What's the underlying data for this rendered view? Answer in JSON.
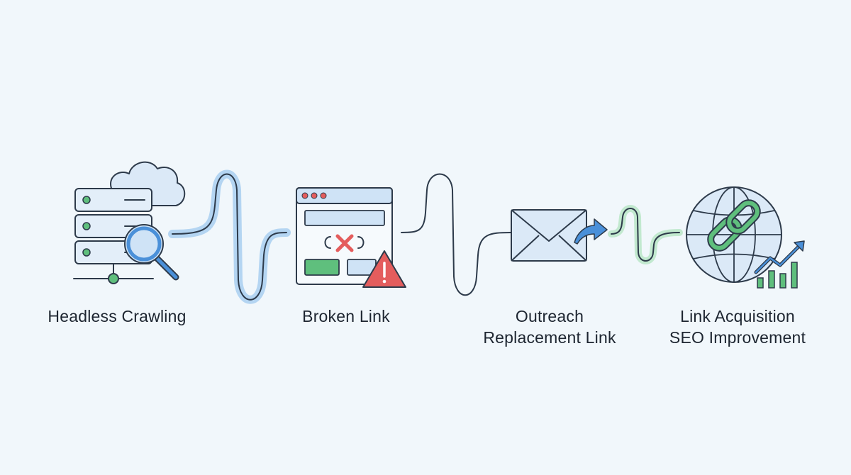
{
  "steps": [
    {
      "label_lines": [
        "Headless Crawling"
      ],
      "icon": "server-search-icon"
    },
    {
      "label_lines": [
        "Broken Link"
      ],
      "icon": "broken-link-browser-icon"
    },
    {
      "label_lines": [
        "Outreach",
        "Replacement Link"
      ],
      "icon": "envelope-send-icon"
    },
    {
      "label_lines": [
        "Link Acquisition",
        "SEO Improvement"
      ],
      "icon": "globe-link-growth-icon"
    }
  ],
  "colors": {
    "background": "#f1f7fb",
    "outline": "#2d3a4a",
    "blue_fill": "#cfe3f6",
    "blue_accent": "#4a90d9",
    "blue_glow": "#a9cff0",
    "green_fill": "#5fbf7d",
    "green_glow": "#bfe8cc",
    "red": "#e45d5d",
    "text": "#1d2530"
  }
}
